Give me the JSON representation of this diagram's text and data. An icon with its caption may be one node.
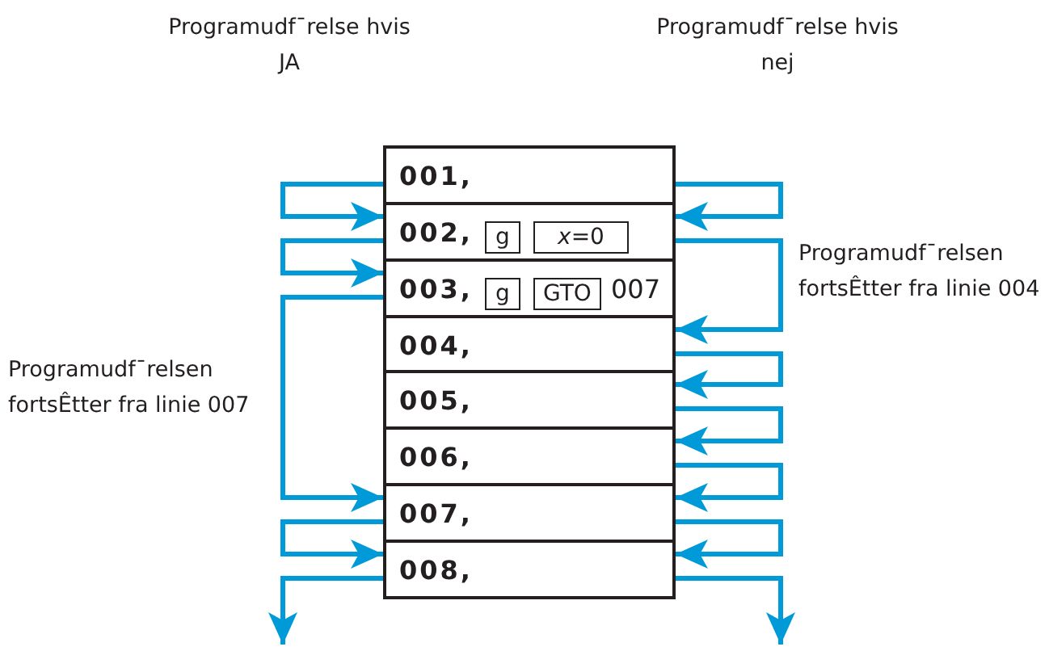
{
  "diagram": {
    "nodes": [
      {
        "text": [
          "001,"
        ]
      },
      {
        "text": [
          "002,"
        ]
      },
      {
        "text": [
          "g"
        ],
        "in": 1
      },
      {
        "text": [
          "*x*=0"
        ],
        "in": 1
      },
      {
        "text": [
          "003,",
          "007"
        ]
      },
      {
        "text": [
          "g"
        ],
        "in": 4
      },
      {
        "text": [
          "GTO"
        ],
        "in": 4
      },
      {
        "text": [
          "004,"
        ]
      },
      {
        "text": [
          "005,"
        ]
      },
      {
        "text": [
          "006,"
        ]
      },
      {
        "text": [
          "007,"
        ]
      },
      {
        "text": [
          "008,"
        ]
      }
    ],
    "edges": [
      {
        "from": 0,
        "to": 1,
        "arrow": "to"
      },
      {
        "from": 1,
        "to": 4,
        "arrow": "to"
      },
      {
        "from": 4,
        "to": 10,
        "arrow": "to"
      },
      {
        "from": 10,
        "to": 11,
        "arrow": "to"
      },
      {
        "from": 11,
        "to": null,
        "arrow": "to"
      },
      {
        "from": 0,
        "to": 1,
        "arrow": "to"
      },
      {
        "from": 1,
        "to": 7,
        "arrow": "to"
      },
      {
        "from": 7,
        "to": 8,
        "arrow": "to"
      },
      {
        "from": 8,
        "to": 9,
        "arrow": "to"
      },
      {
        "from": 9,
        "to": 10,
        "arrow": "to"
      },
      {
        "from": 10,
        "to": 11,
        "arrow": "to"
      },
      {
        "from": 11,
        "to": null,
        "arrow": "to"
      }
    ],
    "labels": [
      "Programudf¯relse hvis JA",
      "Programudf¯relse hvis nej",
      "Programudf¯relsen fortsÊtter fra linie 004",
      "Programudf¯relsen fortsÊtter fra linie 007"
    ]
  }
}
